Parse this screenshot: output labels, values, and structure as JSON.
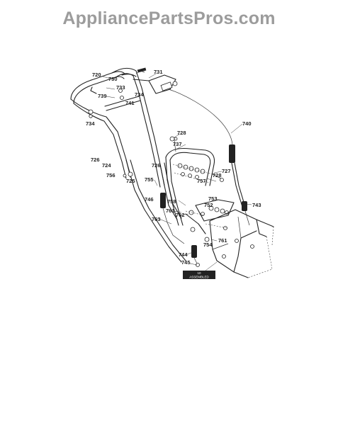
{
  "watermark": "AppliancePartsPros.com",
  "parts": {
    "p720": "720",
    "p730": "730",
    "p739": "739",
    "p733": "733",
    "p731": "731",
    "p734a": "734",
    "p741": "741",
    "p734b": "734",
    "p740": "740",
    "p728a": "728",
    "p737": "737",
    "p726a": "726",
    "p724": "724",
    "p756": "756",
    "p725": "725",
    "p726b": "726",
    "p727": "727",
    "p728b": "728",
    "p755": "755",
    "p757": "757",
    "p746": "746",
    "p753": "753",
    "p743": "743",
    "p758": "758",
    "p761a": "761",
    "p762": "762",
    "p752": "752",
    "p763": "763",
    "p754": "754",
    "p761b": "761",
    "p744": "744",
    "p745": "745"
  },
  "tag": {
    "line1": "10",
    "line2": "ASSEMBLED"
  }
}
